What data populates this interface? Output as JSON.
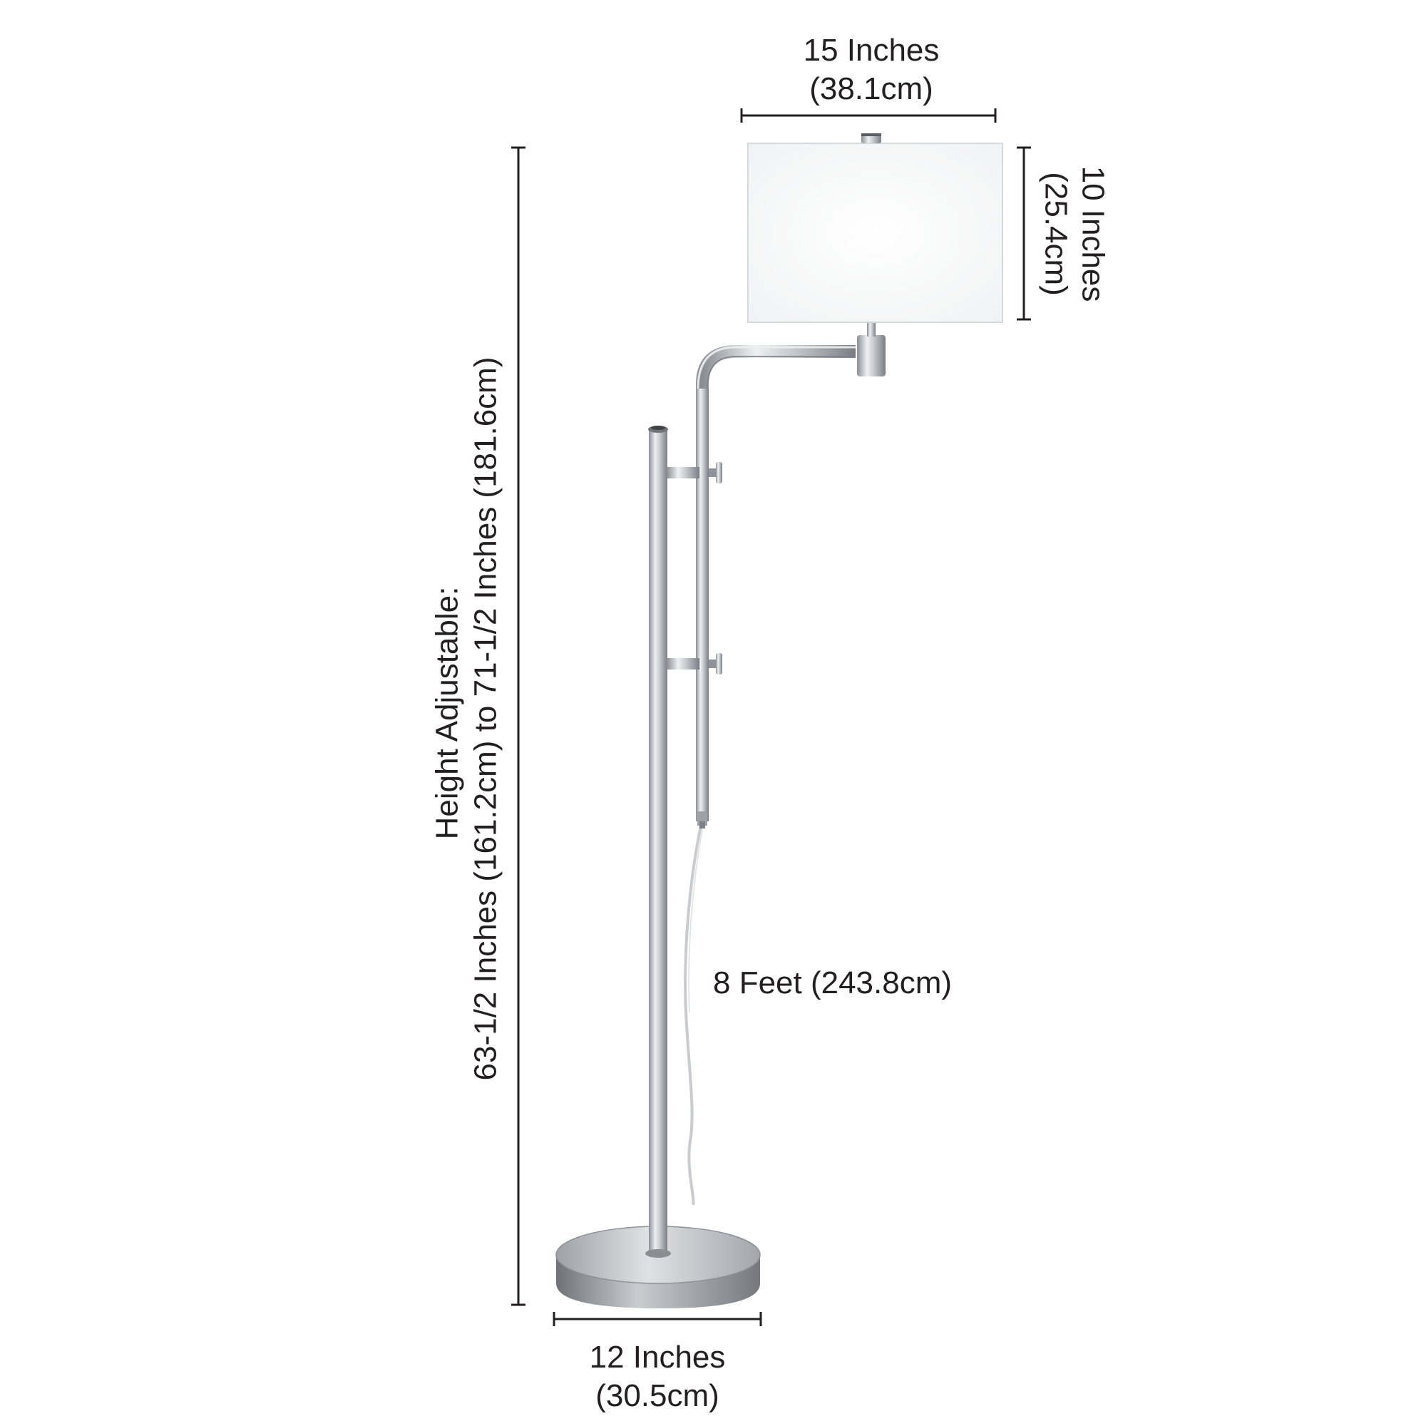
{
  "dimensions": {
    "shade_width": {
      "line1": "15 Inches",
      "line2": "(38.1cm)"
    },
    "shade_height": {
      "line1": "10 Inches",
      "line2": "(25.4cm)"
    },
    "overall_height": {
      "line1": "Height Adjustable:",
      "line2": "63-1/2 Inches (161.2cm) to 71-1/2 Inches (181.6cm)"
    },
    "cord_length": {
      "label": "8 Feet (243.8cm)"
    },
    "base_width": {
      "line1": "12 Inches",
      "line2": "(30.5cm)"
    }
  },
  "colors": {
    "ink": "#231f20",
    "metal_light": "#e6e7e9",
    "metal_mid": "#b9bcc1",
    "metal_dark": "#7d8087",
    "shade": "#ffffff",
    "cord": "#c9cbcf"
  }
}
